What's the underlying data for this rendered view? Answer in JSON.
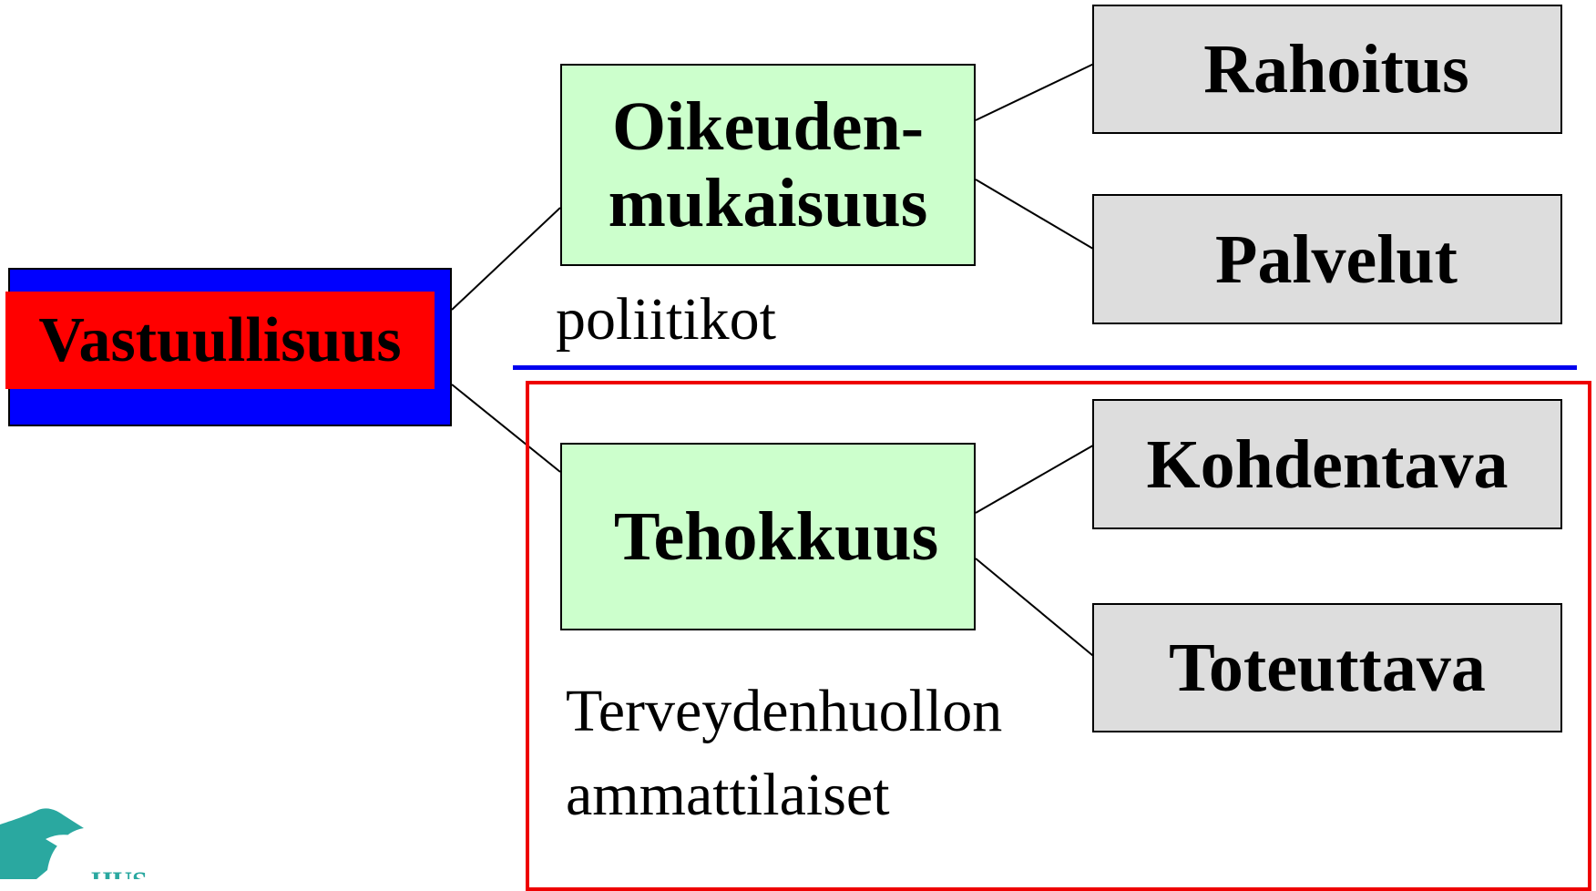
{
  "diagram": {
    "root": "Vastuullisuus",
    "upper": {
      "label_line1": "Oikeuden-",
      "label_line2": "mukaisuus",
      "caption": "poliitikot",
      "children": [
        "Rahoitus",
        "Palvelut"
      ]
    },
    "lower": {
      "label": "Tehokkuus",
      "caption_line1": "Terveydenhuollon",
      "caption_line2": "ammattilaiset",
      "children": [
        "Kohdentava",
        "Toteuttava"
      ]
    }
  },
  "logo": {
    "text": "HUS",
    "color": "#2aa8a0"
  },
  "colors": {
    "root_outer": "#0000ff",
    "root_inner": "#ff0000",
    "mid_boxes": "#ccffcc",
    "leaf_boxes": "#dddddd",
    "divider": "#0000ee",
    "frame": "#ee0000"
  }
}
